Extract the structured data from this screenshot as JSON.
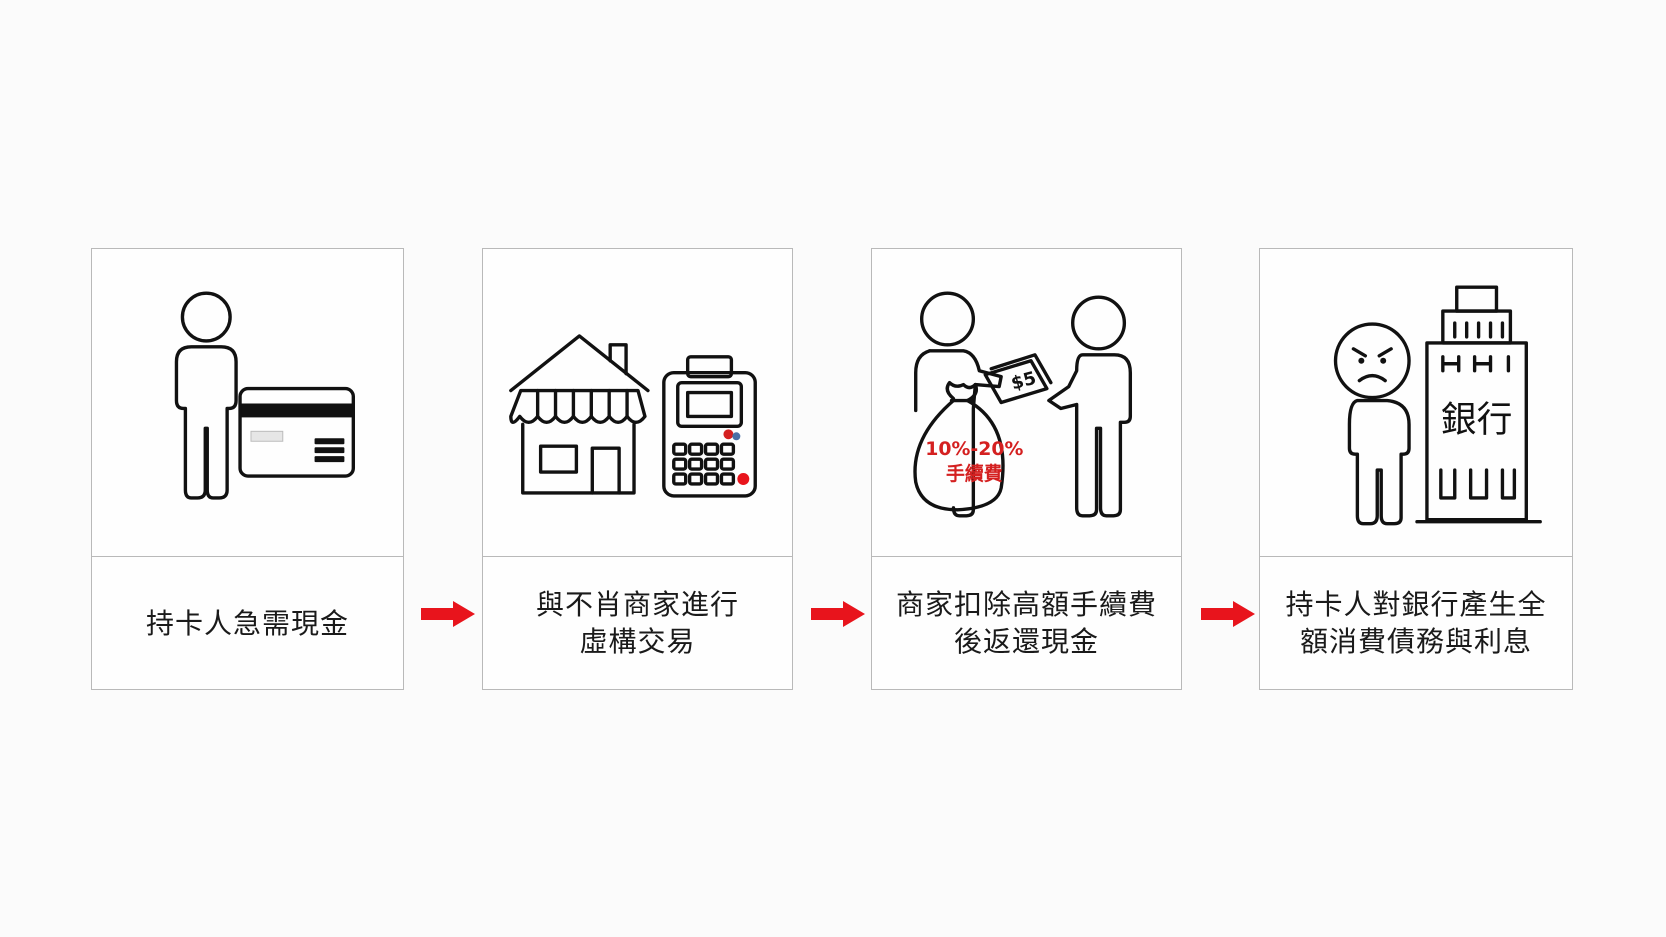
{
  "steps": [
    {
      "icon": "person-with-credit-card",
      "caption_lines": [
        "持卡人急需現金"
      ]
    },
    {
      "icon": "shop-and-card-terminal",
      "caption_lines": [
        "與不肖商家進行",
        "虛構交易"
      ]
    },
    {
      "icon": "cash-exchange-with-fee-bag",
      "fee_label_line1": "10%-20%",
      "fee_label_line2": "手續費",
      "caption_lines": [
        "商家扣除高額手續費",
        "後返還現金"
      ]
    },
    {
      "icon": "upset-person-and-bank",
      "bank_label": "銀行",
      "caption_lines": [
        "持卡人對銀行產生全",
        "額消費債務與利息"
      ]
    }
  ],
  "arrow_icon": "right-arrow-icon",
  "colors": {
    "arrow": "#e8141c",
    "fee_text": "#d42020",
    "outline": "#111111",
    "panel_border": "#b9b9b9"
  }
}
